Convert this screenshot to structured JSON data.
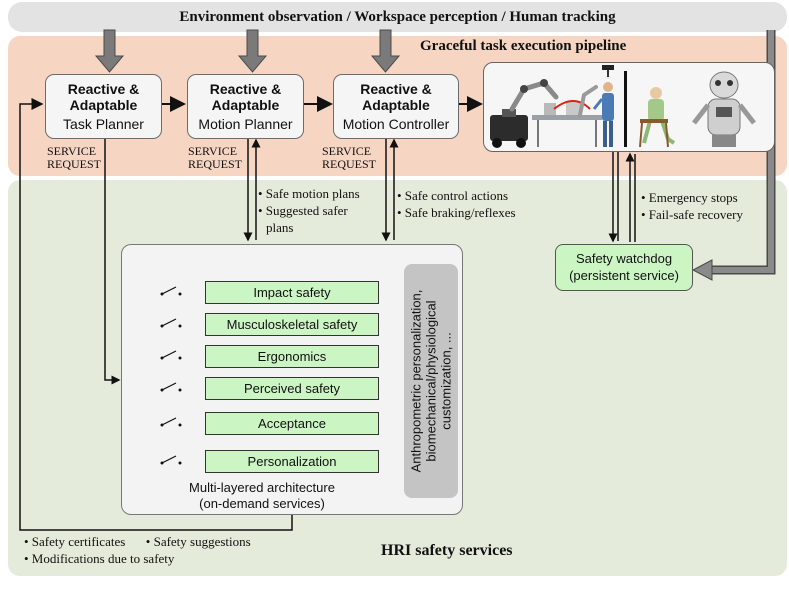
{
  "header": {
    "title": "Environment observation / Workspace perception / Human tracking"
  },
  "pipeline": {
    "title": "Graceful task execution pipeline",
    "modules": [
      {
        "line1": "Reactive &",
        "line2": "Adaptable",
        "line3": "Task Planner"
      },
      {
        "line1": "Reactive &",
        "line2": "Adaptable",
        "line3": "Motion Planner"
      },
      {
        "line1": "Reactive &",
        "line2": "Adaptable",
        "line3": "Motion Controller"
      }
    ],
    "service_request": {
      "line1": "SERVICE",
      "line2": "REQUEST"
    }
  },
  "annotations": {
    "motion_planner": [
      "• Safe motion plans",
      "• Suggested safer",
      "plans"
    ],
    "motion_controller": [
      "• Safe control actions",
      "• Safe braking/reflexes"
    ],
    "watchdog_notes": [
      "• Emergency stops",
      "• Fail-safe recovery"
    ],
    "bottom_notes": {
      "line1a": "• Safety certificates",
      "line1b": "• Safety suggestions",
      "line2": "• Modifications due to safety"
    }
  },
  "safety_services": {
    "items": [
      "Impact safety",
      "Musculoskeletal safety",
      "Ergonomics",
      "Perceived safety",
      "Acceptance",
      "Personalization"
    ],
    "architecture_caption": {
      "line1": "Multi-layered architecture",
      "line2": "(on-demand services)"
    },
    "personalization_note": [
      "Anthropometric personalization,",
      "biomechanical/physiological",
      "customization, ..."
    ],
    "section_title": "HRI safety services"
  },
  "watchdog": {
    "line1": "Safety watchdog",
    "line2": "(persistent service)"
  },
  "colors": {
    "execution_band": "#f6d5c2",
    "safety_band": "#e5ebdb",
    "observation_band": "#e3e3e3",
    "service_box": "#ccf5c4",
    "arrow": "#7a7a7a"
  }
}
